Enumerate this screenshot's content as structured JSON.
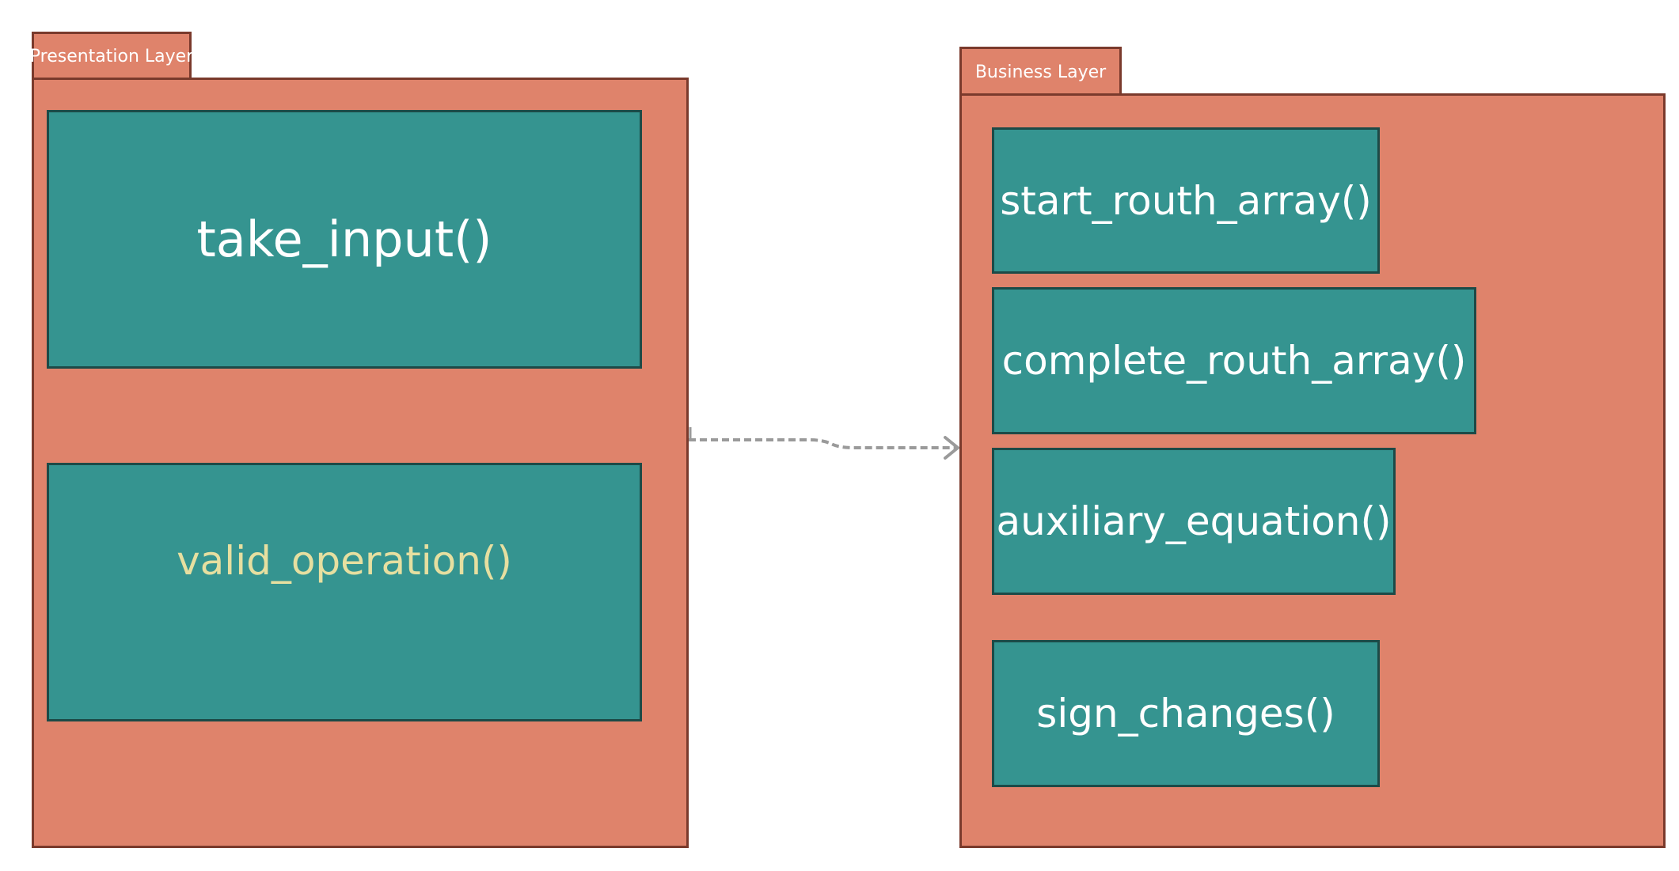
{
  "presentation_layer": {
    "title": "Presentation Layer",
    "functions": [
      {
        "label": "take_input()"
      },
      {
        "label": "valid_operation()"
      }
    ]
  },
  "business_layer": {
    "title": "Business Layer",
    "functions": [
      {
        "label": "start_routh_array()"
      },
      {
        "label": "complete_routh_array()"
      },
      {
        "label": "auxiliary_equation()"
      },
      {
        "label": "sign_changes()"
      }
    ]
  },
  "colors": {
    "package_fill": "#df836b",
    "package_border": "#7a3a2c",
    "function_fill": "#359490",
    "function_border": "#1c4a47",
    "highlight_text": "#e6dfa0",
    "connector": "#9a9a9a"
  }
}
